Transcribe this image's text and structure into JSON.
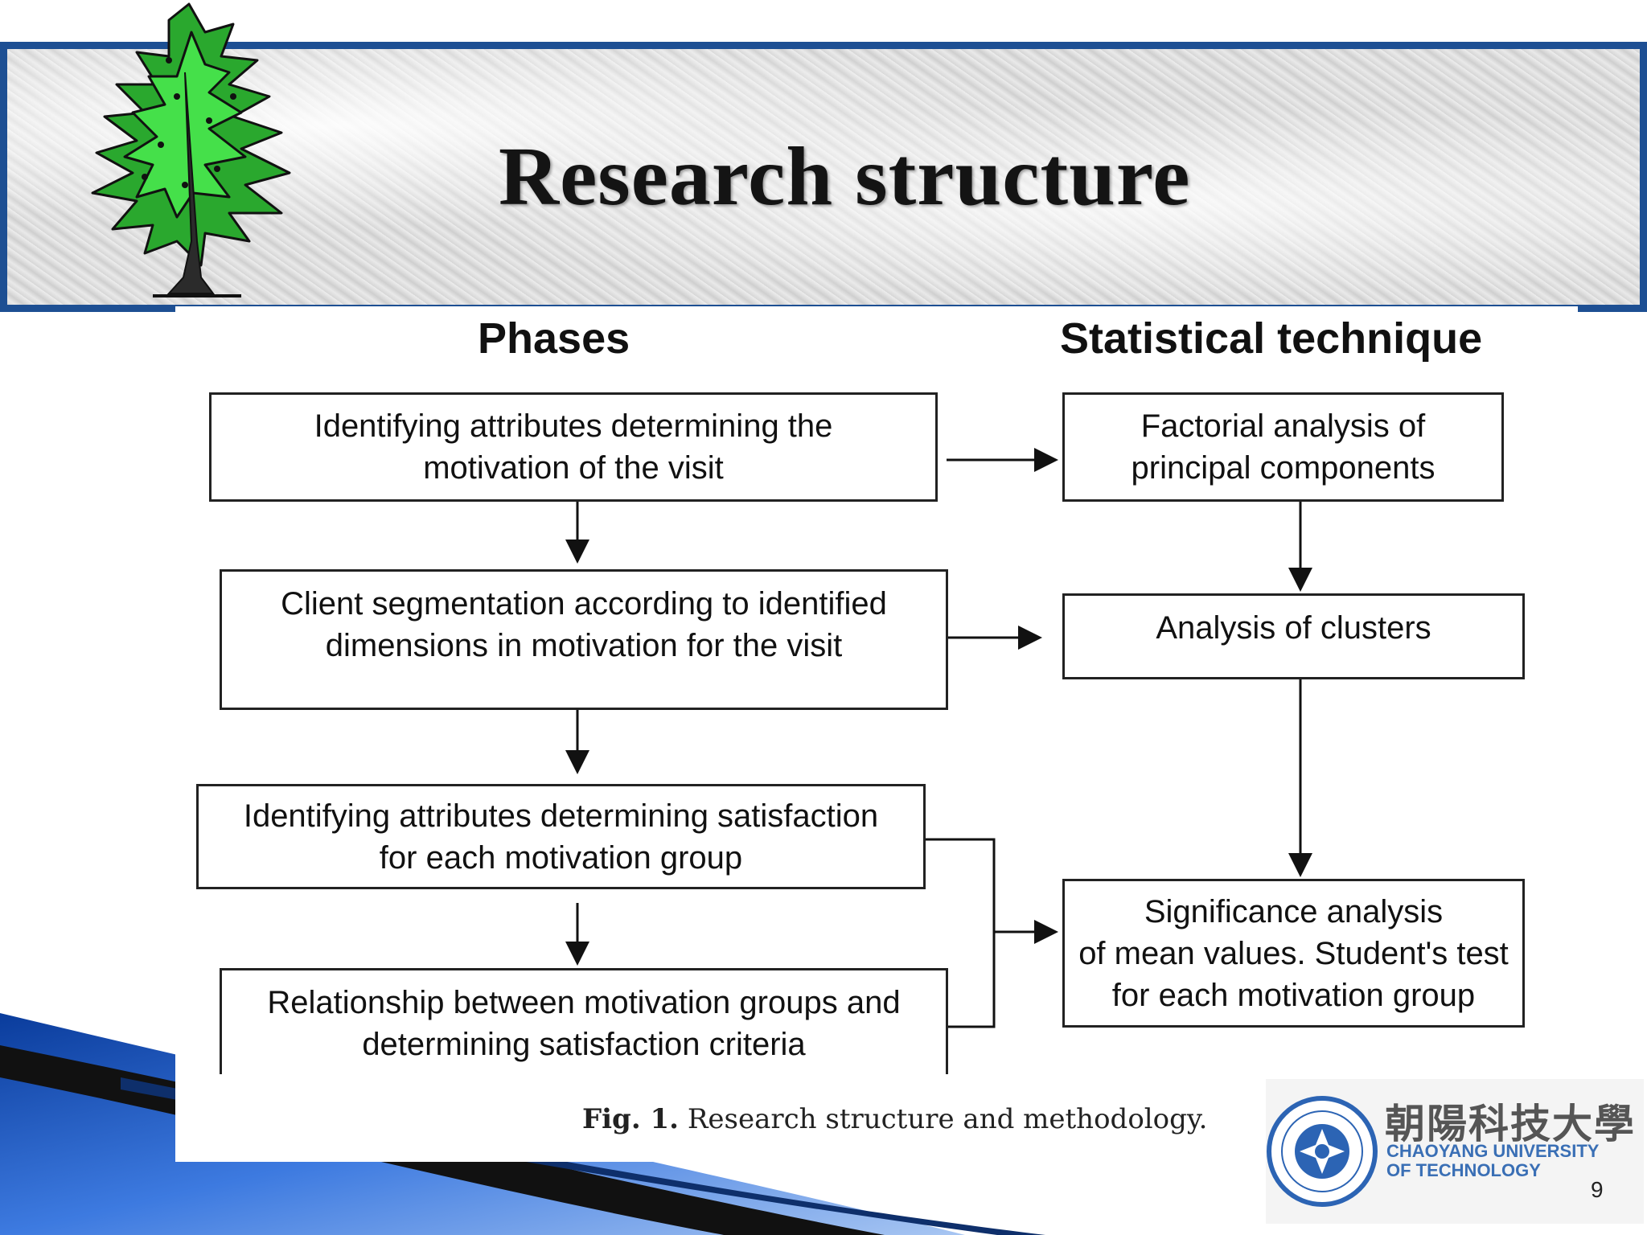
{
  "slide": {
    "title": "Research structure",
    "page_number": "9"
  },
  "diagram": {
    "phases_header": "Phases",
    "technique_header": "Statistical technique",
    "phases": [
      {
        "line1": "Identifying attributes determining the",
        "line2": "motivation of the visit"
      },
      {
        "line1": "Client segmentation according to identified",
        "line2": "dimensions in motivation for the visit"
      },
      {
        "line1": "Identifying attributes determining satisfaction",
        "line2": "for each motivation group"
      },
      {
        "line1": "Relationship between motivation groups and",
        "line2": "determining satisfaction criteria"
      }
    ],
    "techniques": [
      {
        "line1": "Factorial analysis of",
        "line2": "principal components",
        "line3": ""
      },
      {
        "line1": "Analysis of clusters",
        "line2": "",
        "line3": ""
      },
      {
        "line1": "Significance analysis",
        "line2": "of mean values. Student's test",
        "line3": "for each motivation group"
      }
    ],
    "caption_fig": "Fig. 1.",
    "caption_text": "Research structure and methodology."
  },
  "university": {
    "name_zh": "朝陽科技大學",
    "name_en_line1": "CHAOYANG UNIVERSITY",
    "name_en_line2": "OF TECHNOLOGY"
  },
  "colors": {
    "header_border": "#1d4f93",
    "tree_green": "#37d43a",
    "swoosh_blue": "#2c64c8"
  }
}
